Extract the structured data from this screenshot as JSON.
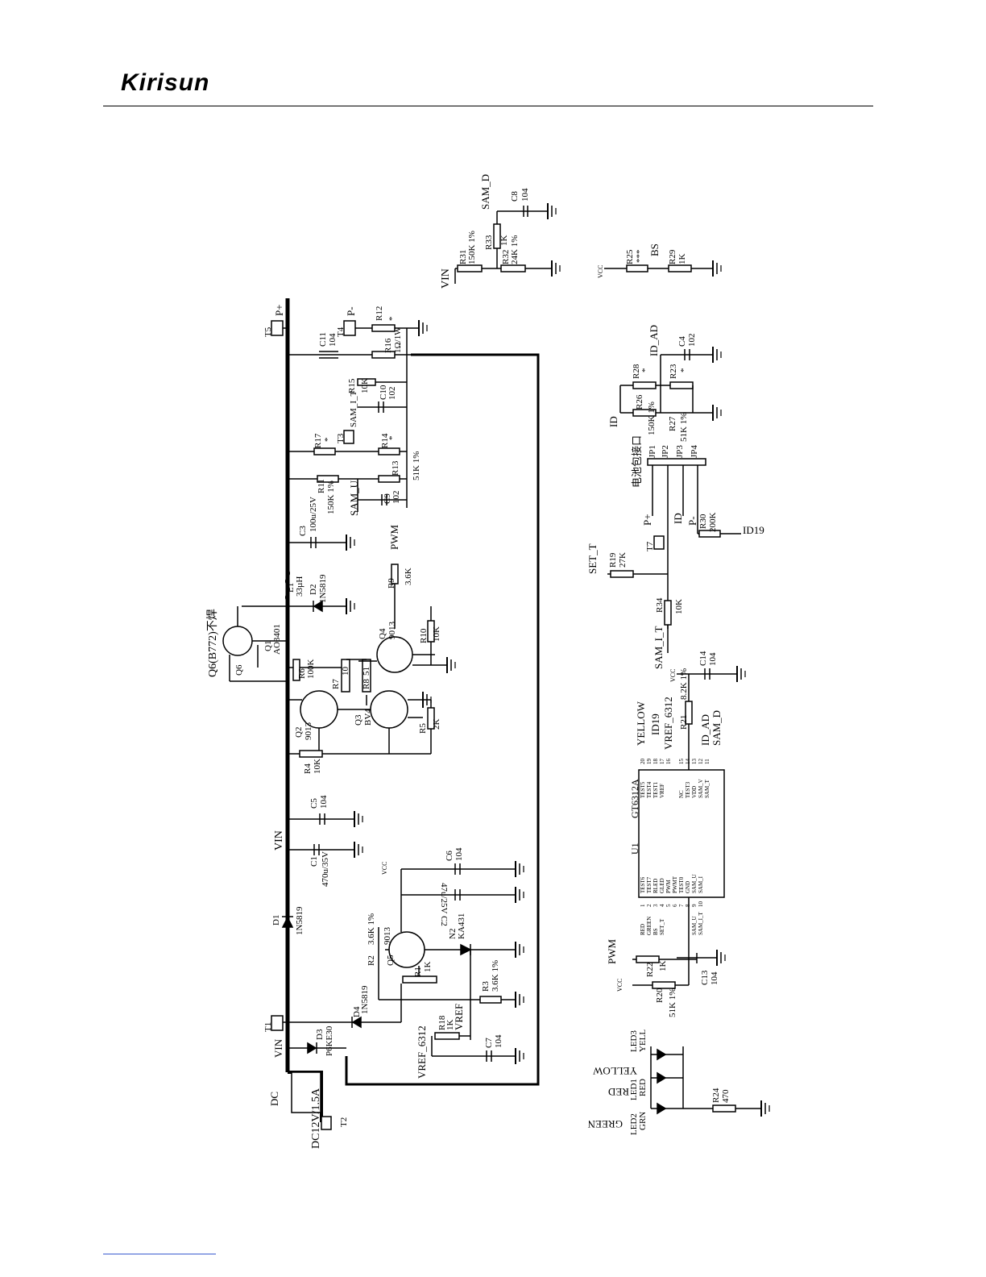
{
  "header": {
    "logo_text": "Kirisun"
  },
  "schematic": {
    "labels": {
      "sam_d": "SAM_D",
      "c8": "C8",
      "c8v": "104",
      "r31": "R31",
      "r31v": "150K 1%",
      "r33": "R33",
      "r33v": "1K",
      "r32": "R32",
      "r32v": "24K 1%",
      "vin_top": "VIN",
      "vcc_a": "VCC",
      "r25": "R25",
      "r25v": "***",
      "bs": "BS",
      "r29": "R29",
      "r29v": "1K",
      "t5": "T5",
      "pplus1": "P+",
      "c11": "C11",
      "c11v": "104",
      "t4": "T4",
      "pminus1": "P-",
      "r12": "R12",
      "r12v": "*",
      "r16": "R16",
      "r16v": "1Ω/1W",
      "r17": "R17",
      "r17v": "*",
      "t3": "T3",
      "sam_i_t1": "SAM_I_T",
      "r15": "R15",
      "r15v": "10K",
      "c10": "C10",
      "c10v": "102",
      "r14": "R14",
      "r14v": "*",
      "r11": "R11",
      "r11v": "150K 1%",
      "sam_u": "SAM_U",
      "c9": "C9",
      "c9v": "102",
      "r13": "R13",
      "r13v": "51K 1%",
      "c3": "C3",
      "c3v": "100u/25V",
      "pwm1": "PWM",
      "l1": "L1",
      "l1v": "33µH",
      "d2": "D2",
      "d2v": "1N5819",
      "r9": "R9",
      "r9v": "3.6K",
      "q6label": "Q6(B772)不焊",
      "q6": "Q6",
      "q1": "Q1",
      "q1v": "AO3401",
      "q4": "Q4",
      "q4v": "9013",
      "r10": "R10",
      "r10v": "10K",
      "r6": "R6",
      "r6v": "100K",
      "r7": "R7",
      "r7v": "10",
      "r8": "R8",
      "r8v": "51",
      "q2": "Q2",
      "q2v": "9013",
      "q3": "Q3",
      "q3v": "BV4",
      "r5": "R5",
      "r5v": "2K",
      "r4": "R4",
      "r4v": "10K",
      "c5": "C5",
      "c5v": "104",
      "vin_mid": "VIN",
      "c1": "C1",
      "c1v": "470u/35V",
      "vcc_b": "VCC",
      "c6": "C6",
      "c6v": "104",
      "c2v": "47u/25V C2",
      "d1": "D1",
      "d1v": "1N5819",
      "r2": "R2",
      "r2v": "3.6K 1%",
      "q5": "Q5",
      "q5v": "9013",
      "n2": "N2",
      "n2v": "KA431",
      "r1": "R1",
      "r1v": "1K",
      "r3": "R3",
      "r3v": "3.6K 1%",
      "t1": "T1",
      "d4": "D4",
      "d4v": "1N5819",
      "r18": "R18",
      "r18v": "1K",
      "vref": "VREF",
      "vin_low": "VIN",
      "d3": "D3",
      "d3v": "P6KE30",
      "vref6312": "VREF_6312",
      "c7": "C7",
      "c7v": "104",
      "dc": "DC",
      "dcv": "DC12V/1.5A",
      "t2": "T2",
      "id_ad": "ID_AD",
      "c4": "C4",
      "c4v": "102",
      "r28": "R28",
      "r28v": "*",
      "r23": "R23",
      "r23v": "*",
      "id1": "ID",
      "r26": "R26",
      "r26v": "150K 1%",
      "r27": "R27",
      "r27v": "51K 1%",
      "jp_title": "电池包接口",
      "jp1": "JP1",
      "jp2": "JP2",
      "jp3": "JP3",
      "jp4": "JP4",
      "pplus2": "P+",
      "id2": "ID",
      "pminus2": "P-",
      "r30": "R30",
      "r30v": "200K",
      "id19a": "ID19",
      "set_t": "SET_T",
      "r19": "R19",
      "r19v": "27K",
      "t7": "T7",
      "sam_i_t2": "SAM_I_T",
      "r34": "R34",
      "r34v": "10K",
      "vcc_c": "VCC",
      "c14": "C14",
      "c14v": "104",
      "yellow1": "YELLOW",
      "id19b": "ID19",
      "vref6312b": "VREF_6312",
      "r21": "R21",
      "r21v": "8.2K 1%",
      "id_ad2": "ID_AD",
      "sam_d2": "SAM_D",
      "u1": "U1",
      "u1v": "GT6312A",
      "pwm2": "PWM",
      "r22": "R22",
      "r22v": "1K",
      "vcc_d": "VCC",
      "r20": "R20",
      "r20v": "51K 1%",
      "c13": "C13",
      "c13v": "104",
      "led3": "LED3",
      "led3v": "YELL",
      "yellow2": "YELLOW",
      "led1": "LED1",
      "led1v": "RED",
      "red": "RED",
      "led2": "LED2",
      "led2v": "GRN",
      "green": "GREEN",
      "r24": "R24",
      "r24v": "470"
    },
    "u1_pins_left": [
      "TEST6",
      "TEST7",
      "RLED",
      "GLED",
      "PWM",
      "PWMT",
      "TEST0",
      "GND",
      "SAM_U",
      "SAM_I"
    ],
    "u1_pins_right": [
      "TEST5",
      "TEST4",
      "TEST1",
      "VREF",
      "NC",
      "TEST3",
      "VDD",
      "SAM_V",
      "SAM_T"
    ],
    "u1_nets_left": [
      "RED",
      "GREEN",
      "BS",
      "SET_T",
      "",
      "",
      "",
      "",
      "SAM_U",
      "SAM_I_T"
    ],
    "u1_nums_left": [
      "1",
      "2",
      "3",
      "4",
      "5",
      "6",
      "7",
      "8",
      "9",
      "10"
    ],
    "u1_nums_right": [
      "20",
      "19",
      "18",
      "17",
      "16",
      "15",
      "14",
      "13",
      "12",
      "11"
    ]
  }
}
